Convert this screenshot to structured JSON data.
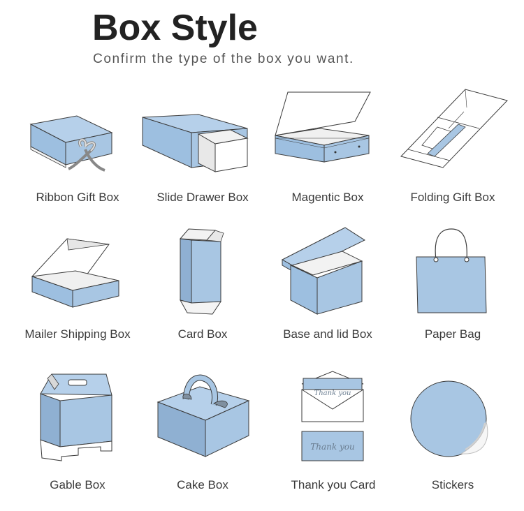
{
  "header": {
    "title": "Box Style",
    "subtitle": "Confirm the type of the box you want."
  },
  "colors": {
    "box_blue": "#a8c6e3",
    "box_blue_dark": "#8fb0d2",
    "outline": "#3b3b3b"
  },
  "items": [
    {
      "label": "Ribbon Gift Box",
      "icon": "ribbon-gift-box-icon"
    },
    {
      "label": "Slide Drawer Box",
      "icon": "slide-drawer-box-icon"
    },
    {
      "label": "Magentic Box",
      "icon": "magnetic-box-icon"
    },
    {
      "label": "Folding Gift Box",
      "icon": "folding-gift-box-icon"
    },
    {
      "label": "Mailer Shipping Box",
      "icon": "mailer-shipping-box-icon"
    },
    {
      "label": "Card Box",
      "icon": "card-box-icon"
    },
    {
      "label": "Base and lid Box",
      "icon": "base-and-lid-box-icon"
    },
    {
      "label": "Paper Bag",
      "icon": "paper-bag-icon"
    },
    {
      "label": "Gable Box",
      "icon": "gable-box-icon"
    },
    {
      "label": "Cake Box",
      "icon": "cake-box-icon"
    },
    {
      "label": "Thank you Card",
      "icon": "thank-you-card-icon"
    },
    {
      "label": "Stickers",
      "icon": "stickers-icon"
    }
  ],
  "thank_you_text": "Thank you"
}
